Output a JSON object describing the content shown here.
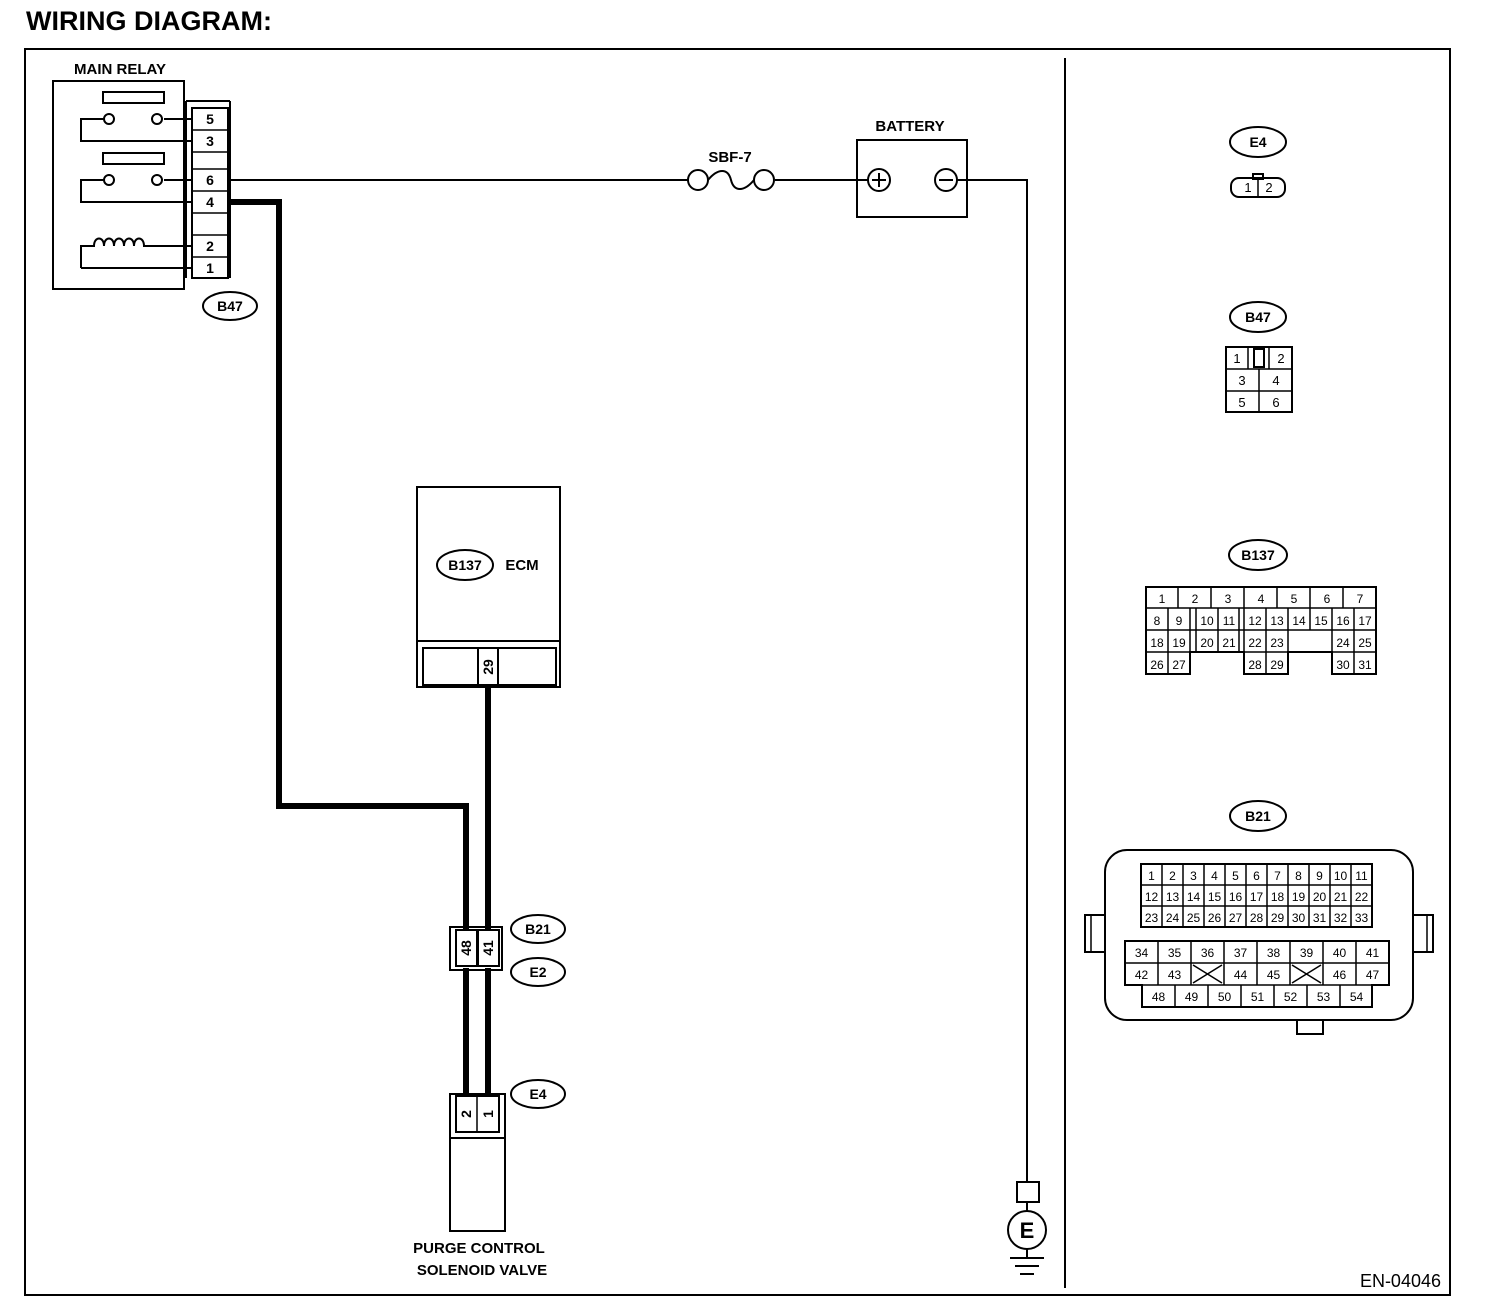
{
  "title": "WIRING DIAGRAM:",
  "figure_code": "EN-04046",
  "components": {
    "main_relay": {
      "label": "MAIN RELAY",
      "connector": "B47",
      "pins": [
        "5",
        "3",
        "6",
        "4",
        "2",
        "1"
      ]
    },
    "fuse": {
      "label": "SBF-7"
    },
    "battery": {
      "label": "BATTERY",
      "positive_symbol": "+",
      "negative_symbol": "−"
    },
    "ecm": {
      "label": "ECM",
      "connector": "B137",
      "pin": "29"
    },
    "junction": {
      "connector_top": "B21",
      "connector_bottom": "E2",
      "pins": [
        "48",
        "41"
      ]
    },
    "valve": {
      "label_line1": "PURGE CONTROL",
      "label_line2": "SOLENOID VALVE",
      "connector": "E4",
      "pins": [
        "2",
        "1"
      ]
    },
    "ground": {
      "label": "E"
    }
  },
  "connector_views": {
    "e4": {
      "tag": "E4",
      "pins": [
        "1",
        "2"
      ]
    },
    "b47": {
      "tag": "B47",
      "pins": [
        "1",
        "2",
        "3",
        "4",
        "5",
        "6"
      ]
    },
    "b137": {
      "tag": "B137",
      "rows": [
        [
          "1",
          "2",
          "3",
          "4",
          "5",
          "6",
          "7"
        ],
        [
          "8",
          "9",
          "10",
          "11",
          "12",
          "13",
          "14",
          "15",
          "16",
          "17"
        ],
        [
          "18",
          "19",
          "20",
          "21",
          "22",
          "23",
          "24",
          "25"
        ],
        [
          "26",
          "27",
          "28",
          "29",
          "30",
          "31"
        ]
      ]
    },
    "b21": {
      "tag": "B21",
      "rows": [
        [
          "1",
          "2",
          "3",
          "4",
          "5",
          "6",
          "7",
          "8",
          "9",
          "10",
          "11"
        ],
        [
          "12",
          "13",
          "14",
          "15",
          "16",
          "17",
          "18",
          "19",
          "20",
          "21",
          "22"
        ],
        [
          "23",
          "24",
          "25",
          "26",
          "27",
          "28",
          "29",
          "30",
          "31",
          "32",
          "33"
        ],
        [
          "34",
          "35",
          "36",
          "37",
          "38",
          "39",
          "40",
          "41"
        ],
        [
          "42",
          "43",
          "44",
          "45",
          "46",
          "47"
        ],
        [
          "48",
          "49",
          "50",
          "51",
          "52",
          "53",
          "54"
        ]
      ]
    }
  }
}
